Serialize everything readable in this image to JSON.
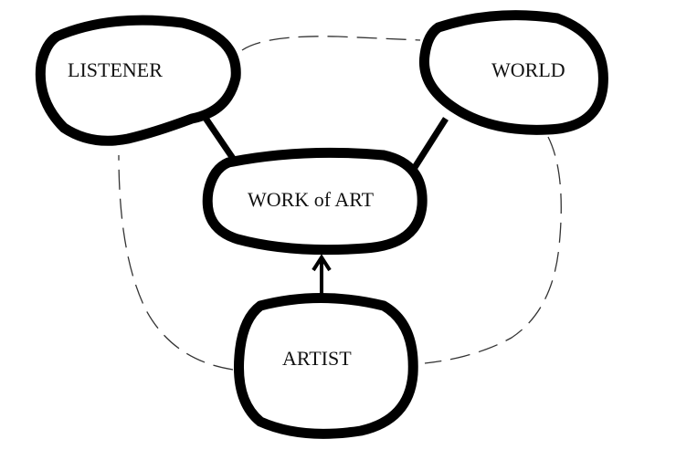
{
  "nodes": {
    "listener": "LISTENER",
    "world": "WORLD",
    "work_of_art": "WORK of ART",
    "artist": "ARTIST"
  }
}
